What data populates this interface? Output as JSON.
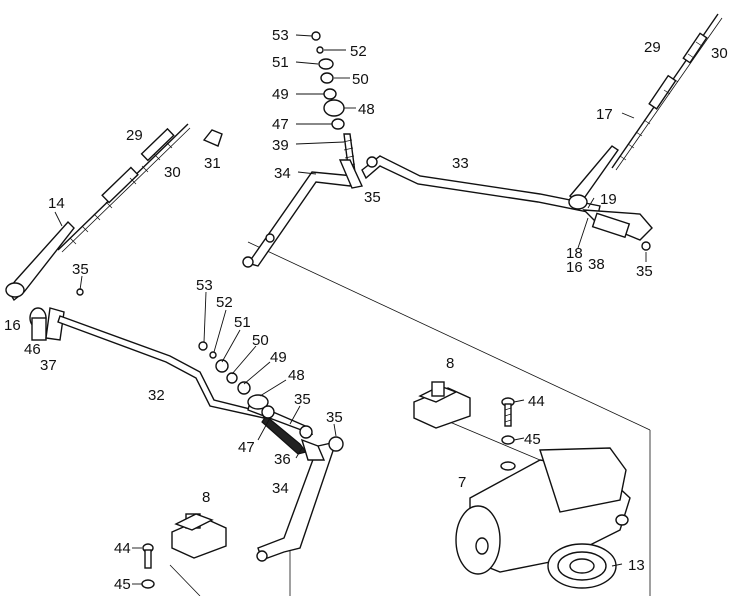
{
  "diagram": {
    "callouts": {
      "c53_top": "53",
      "c52_top": "52",
      "c51_top": "51",
      "c50_top": "50",
      "c49_top": "49",
      "c48_top": "48",
      "c47_top": "47",
      "c39": "39",
      "c34_top": "34",
      "c35_top": "35",
      "c33": "33",
      "c29_right": "29",
      "c30_right": "30",
      "c17": "17",
      "c19": "19",
      "c18": "18",
      "c16_right": "16",
      "c38": "38",
      "c35_right": "35",
      "c29_left": "29",
      "c30_left": "30",
      "c31": "31",
      "c14": "14",
      "c35_left": "35",
      "c16_left": "16",
      "c46": "46",
      "c37": "37",
      "c32": "32",
      "c53_mid": "53",
      "c52_mid": "52",
      "c51_mid": "51",
      "c50_mid": "50",
      "c49_mid": "49",
      "c48_mid": "48",
      "c35_mid_a": "35",
      "c35_mid_b": "35",
      "c47_mid": "47",
      "c36": "36",
      "c34_bottom": "34",
      "c8_top": "8",
      "c44_right": "44",
      "c45_right": "45",
      "c7": "7",
      "c13": "13",
      "c8_bottom": "8",
      "c44_left": "44",
      "c45_left": "45"
    }
  }
}
